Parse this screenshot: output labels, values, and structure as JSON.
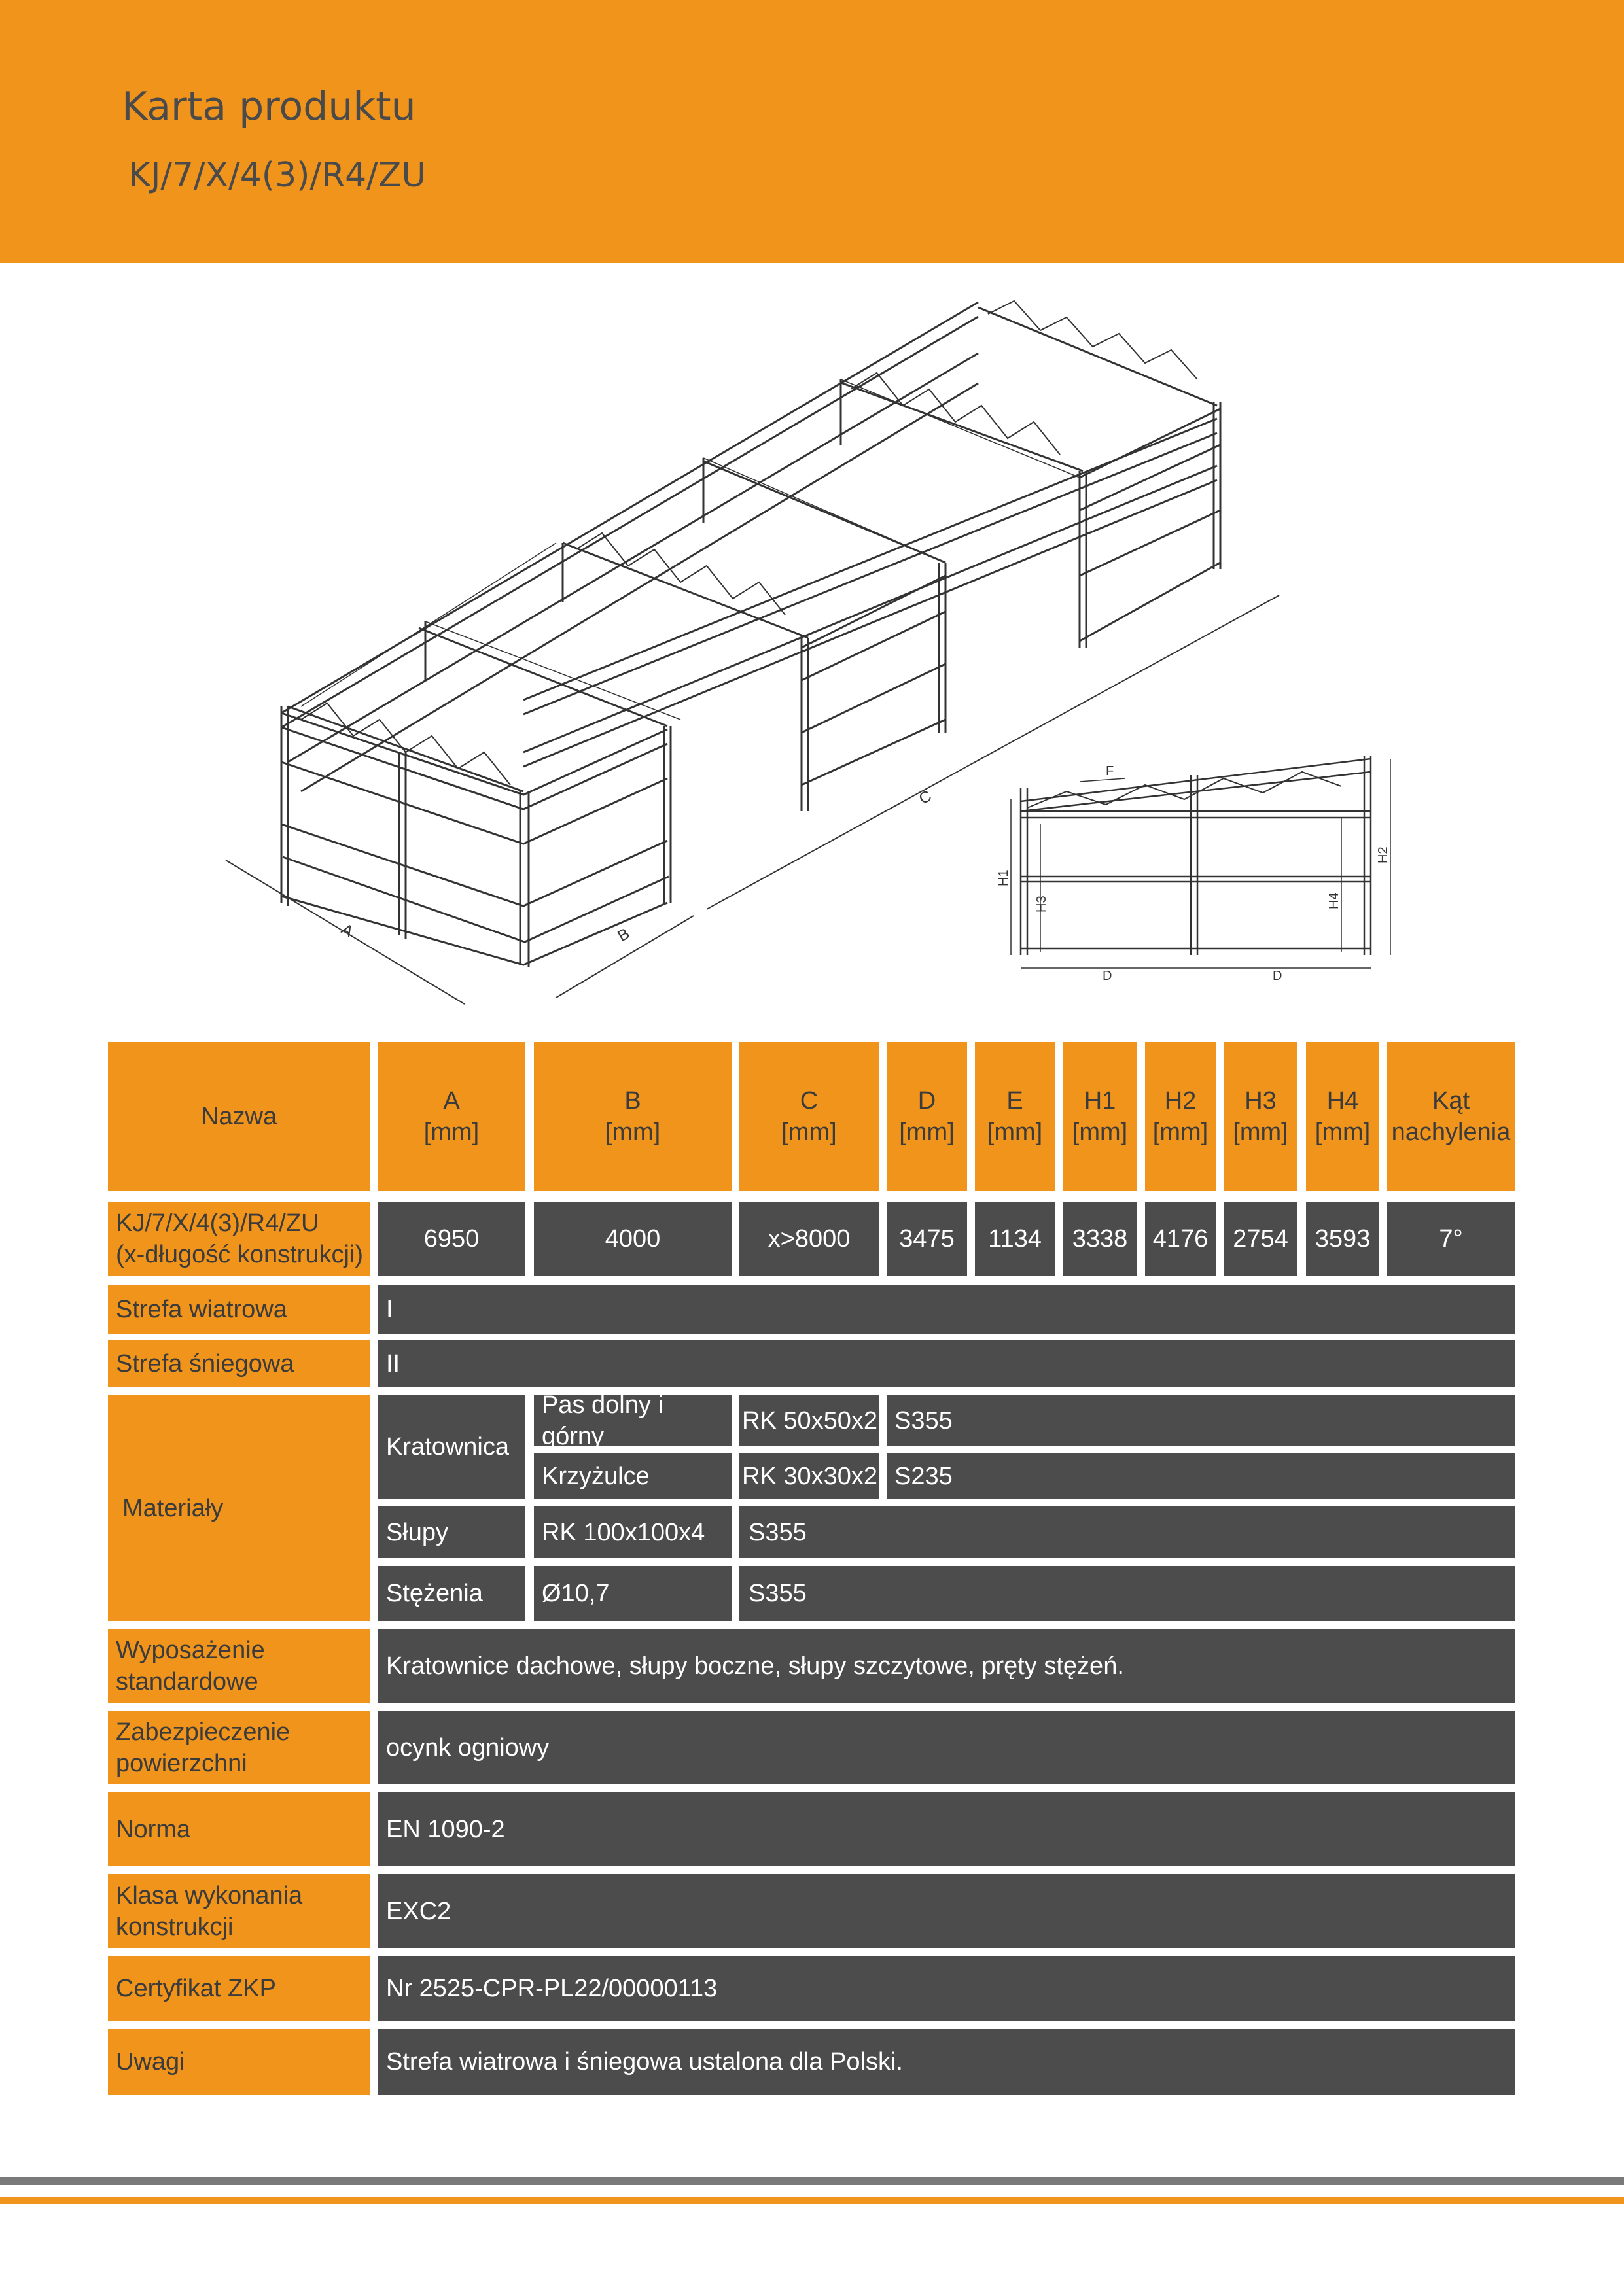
{
  "header": {
    "title": "Karta produktu",
    "code": "KJ/7/X/4(3)/R4/ZU"
  },
  "drawing": {
    "iso_labels": {
      "a": "A",
      "b": "B",
      "c": "C"
    },
    "side_labels": {
      "f": "F",
      "h1": "H1",
      "h2": "H2",
      "h3": "H3",
      "h4": "H4",
      "d": "D"
    }
  },
  "table": {
    "header": {
      "nazwa": "Nazwa",
      "a": "A",
      "b": "B",
      "c": "C",
      "d": "D",
      "e": "E",
      "h1": "H1",
      "h2": "H2",
      "h3": "H3",
      "h4": "H4",
      "unit": "[mm]",
      "kat1": "Kąt",
      "kat2": "nachylenia"
    },
    "model": {
      "name1": "KJ/7/X/4(3)/R4/ZU",
      "name2": "(x-długość konstrukcji)",
      "a": "6950",
      "b": "4000",
      "c": "x>8000",
      "d": "3475",
      "e": "1134",
      "h1": "3338",
      "h2": "4176",
      "h3": "2754",
      "h4": "3593",
      "kat": "7°"
    },
    "strefa_wiatrowa": {
      "label": "Strefa wiatrowa",
      "value": "I"
    },
    "strefa_sniegowa": {
      "label": "Strefa śniegowa",
      "value": "II"
    },
    "materialy": {
      "label": "Materiały",
      "kratownica": "Kratownica",
      "pas": "Pas dolny i górny",
      "pas_profil": "RK 50x50x2",
      "pas_stal": "S355",
      "krzyzulce": "Krzyżulce",
      "krzyzulce_profil": "RK 30x30x2",
      "krzyzulce_stal": "S235",
      "slupy": "Słupy",
      "slupy_profil": "RK 100x100x4",
      "slupy_stal": "S355",
      "stezenia": "Stężenia",
      "stezenia_profil": "Ø10,7",
      "stezenia_stal": "S355"
    },
    "wyposazenie": {
      "label1": "Wyposażenie",
      "label2": "standardowe",
      "value": "Kratownice dachowe, słupy boczne, słupy szczytowe, pręty stężeń."
    },
    "zabezpieczenie": {
      "label1": "Zabezpieczenie",
      "label2": "powierzchni",
      "value": "ocynk ogniowy"
    },
    "norma": {
      "label": "Norma",
      "value": "EN 1090-2"
    },
    "klasa": {
      "label1": "Klasa wykonania",
      "label2": "konstrukcji",
      "value": "EXC2"
    },
    "certyfikat": {
      "label": "Certyfikat ZKP",
      "value": "Nr 2525-CPR-PL22/00000113"
    },
    "uwagi": {
      "label": "Uwagi",
      "value": "Strefa wiatrowa i śniegowa ustalona dla Polski."
    }
  },
  "colors": {
    "accent": "#F0941C",
    "dark": "#4c4c4c",
    "footer_gray": "#7a7a7a"
  }
}
